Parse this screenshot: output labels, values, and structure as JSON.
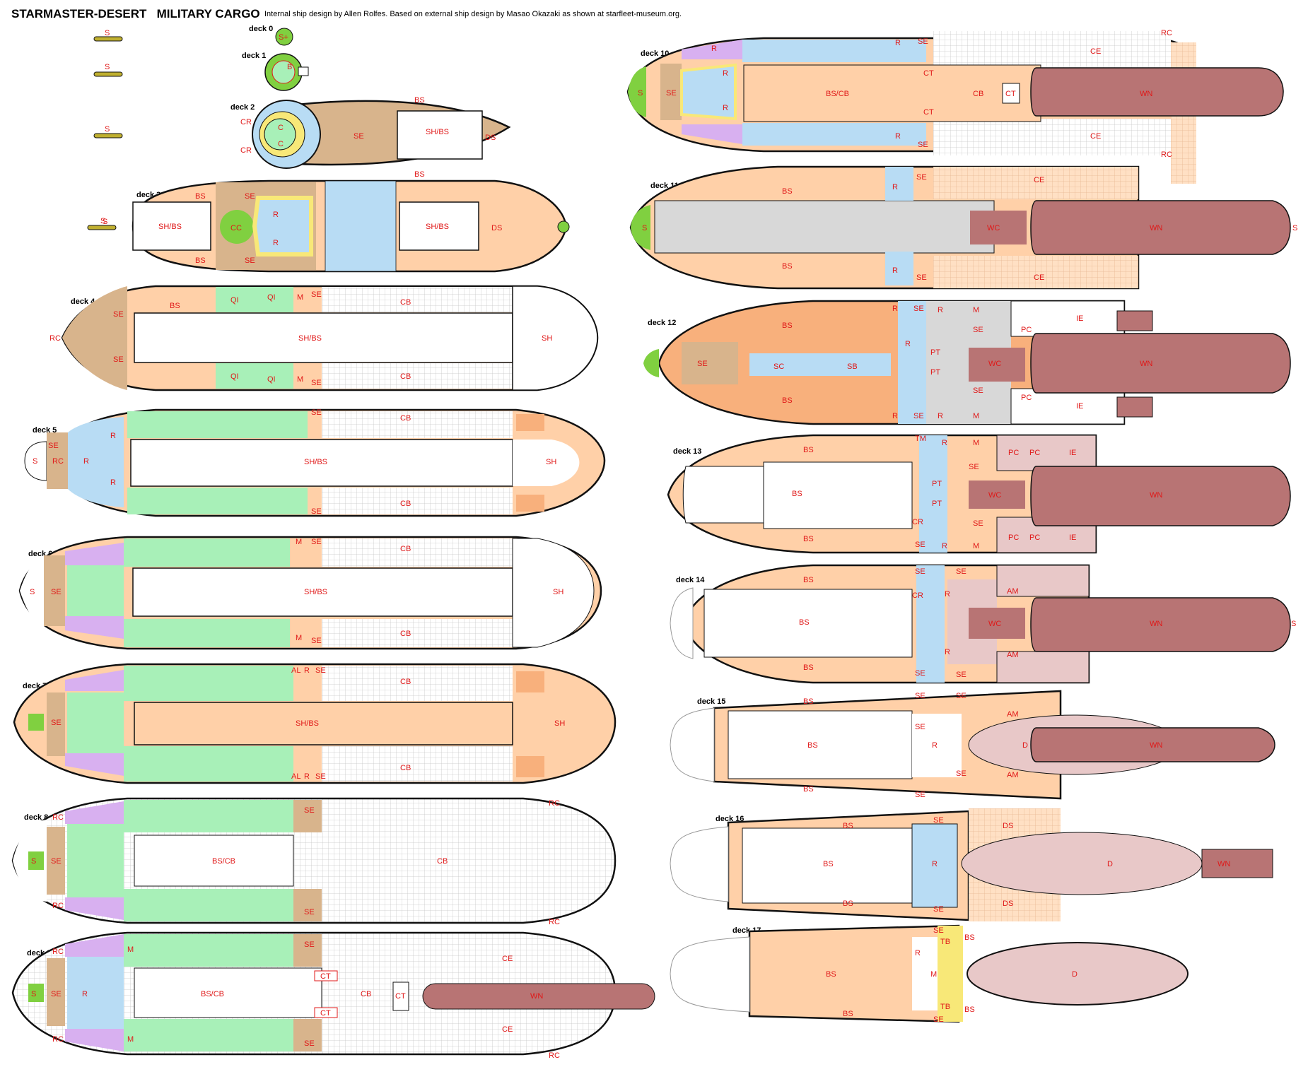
{
  "header": {
    "title": "STARMASTER-DESERT   MILITARY CARGO",
    "credit": "Internal ship design by Allen Rolfes.  Based on external ship design by Masao Okazaki as shown  at starfleet-museum.org."
  },
  "colors": {
    "hull_outline": "#111111",
    "red_outline": "#e01818",
    "quarters": "#a8f0b8",
    "quarters_blue": "#b8dcf4",
    "purple": "#d8b0f0",
    "peach": "#ffd0a8",
    "orange": "#f8b07c",
    "tan": "#d8b48c",
    "corridor": "#f8e878",
    "engine": "#b87474",
    "grey": "#d8d8d8",
    "green_dome": "#80d040",
    "label": "#e01818"
  },
  "decks": [
    {
      "id": "deck0",
      "name": "deck 0",
      "labels": [
        "S+"
      ]
    },
    {
      "id": "deck1",
      "name": "deck 1",
      "labels": [
        "B"
      ]
    },
    {
      "id": "deck2",
      "name": "deck 2",
      "labels": [
        "BS",
        "CR",
        "C",
        "C",
        "CR",
        "SE",
        "SH/BS",
        "DS",
        "BS"
      ]
    },
    {
      "id": "deck3",
      "name": "deck 3",
      "labels": [
        "BS",
        "SE",
        "SH/BS",
        "CC",
        "R",
        "R",
        "SH/BS",
        "DS",
        "S",
        "BS",
        "SE"
      ]
    },
    {
      "id": "deck4",
      "name": "deck 4",
      "labels": [
        "RC",
        "SE",
        "BS",
        "QI",
        "QI",
        "M",
        "SE",
        "CB",
        "SH/BS",
        "SH",
        "SE",
        "QI",
        "QI",
        "M",
        "SE",
        "CB"
      ]
    },
    {
      "id": "deck5",
      "name": "deck 5",
      "labels": [
        "S",
        "SE",
        "RC",
        "R",
        "R",
        "R",
        "SE",
        "CB",
        "SH/BS",
        "SH",
        "SE",
        "CB"
      ]
    },
    {
      "id": "deck6",
      "name": "deck 6",
      "labels": [
        "S",
        "SE",
        "M",
        "SE",
        "CB",
        "SH/BS",
        "SH",
        "M",
        "SE",
        "CB"
      ]
    },
    {
      "id": "deck7",
      "name": "deck 7",
      "labels": [
        "SE",
        "AL",
        "R",
        "SE",
        "CB",
        "SH/BS",
        "SH",
        "AL",
        "R",
        "SE",
        "CB"
      ]
    },
    {
      "id": "deck8",
      "name": "deck 8",
      "labels": [
        "RC",
        "S",
        "SE",
        "SE",
        "BS/CB",
        "CB",
        "SE",
        "RC",
        "RC",
        "RC"
      ]
    },
    {
      "id": "deck9",
      "name": "deck 9",
      "labels": [
        "RC",
        "S",
        "SE",
        "M",
        "R",
        "SE",
        "CT",
        "BS/CB",
        "CB",
        "CT",
        "WN",
        "CE",
        "CE",
        "CT",
        "M",
        "SE",
        "RC",
        "RC"
      ]
    },
    {
      "id": "deck10",
      "name": "deck 10",
      "labels": [
        "S",
        "SE",
        "R",
        "R",
        "R",
        "R",
        "SE",
        "RC",
        "CE",
        "CT",
        "BS/CB",
        "CB",
        "CT",
        "CT",
        "WN",
        "CE",
        "R",
        "SE",
        "RC"
      ]
    },
    {
      "id": "deck11",
      "name": "deck 11",
      "labels": [
        "BS",
        "R",
        "SE",
        "CE",
        "S",
        "WC",
        "WN",
        "S",
        "BS",
        "R",
        "SE",
        "CE"
      ]
    },
    {
      "id": "deck12",
      "name": "deck 12",
      "labels": [
        "BS",
        "R",
        "SE",
        "R",
        "M",
        "PC",
        "IE",
        "SE",
        "SC",
        "SB",
        "R",
        "PT",
        "PT",
        "WC",
        "WN",
        "PC",
        "IE",
        "BS",
        "R",
        "SE",
        "R",
        "M",
        "SE",
        "SE"
      ]
    },
    {
      "id": "deck13",
      "name": "deck 13",
      "labels": [
        "BS",
        "TM",
        "R",
        "M",
        "PC",
        "PC",
        "IE",
        "BS",
        "SE",
        "PT",
        "PT",
        "WC",
        "WN",
        "CR",
        "PC",
        "PC",
        "IE",
        "BS",
        "SE",
        "R",
        "M",
        "SE"
      ]
    },
    {
      "id": "deck14",
      "name": "deck 14",
      "labels": [
        "BS",
        "SE",
        "SE",
        "AM",
        "R",
        "BS",
        "CR",
        "WC",
        "WN",
        "S",
        "R",
        "AM",
        "BS",
        "SE",
        "SE"
      ]
    },
    {
      "id": "deck15",
      "name": "deck 15",
      "labels": [
        "BS",
        "SE",
        "SE",
        "AM",
        "BS",
        "R",
        "D",
        "WN",
        "SE",
        "BS",
        "SE",
        "SE",
        "AM"
      ]
    },
    {
      "id": "deck16",
      "name": "deck 16",
      "labels": [
        "BS",
        "SE",
        "DS",
        "BS",
        "R",
        "D",
        "WN",
        "BS",
        "SE",
        "DS"
      ]
    },
    {
      "id": "deck17",
      "name": "deck 17",
      "labels": [
        "SE",
        "TB",
        "BS",
        "BS",
        "R",
        "M",
        "D",
        "BS",
        "SE",
        "TB",
        "BS"
      ]
    }
  ],
  "shuttles": [
    {
      "label": "S"
    },
    {
      "label": "S"
    },
    {
      "label": "S"
    },
    {
      "label": "S"
    }
  ]
}
